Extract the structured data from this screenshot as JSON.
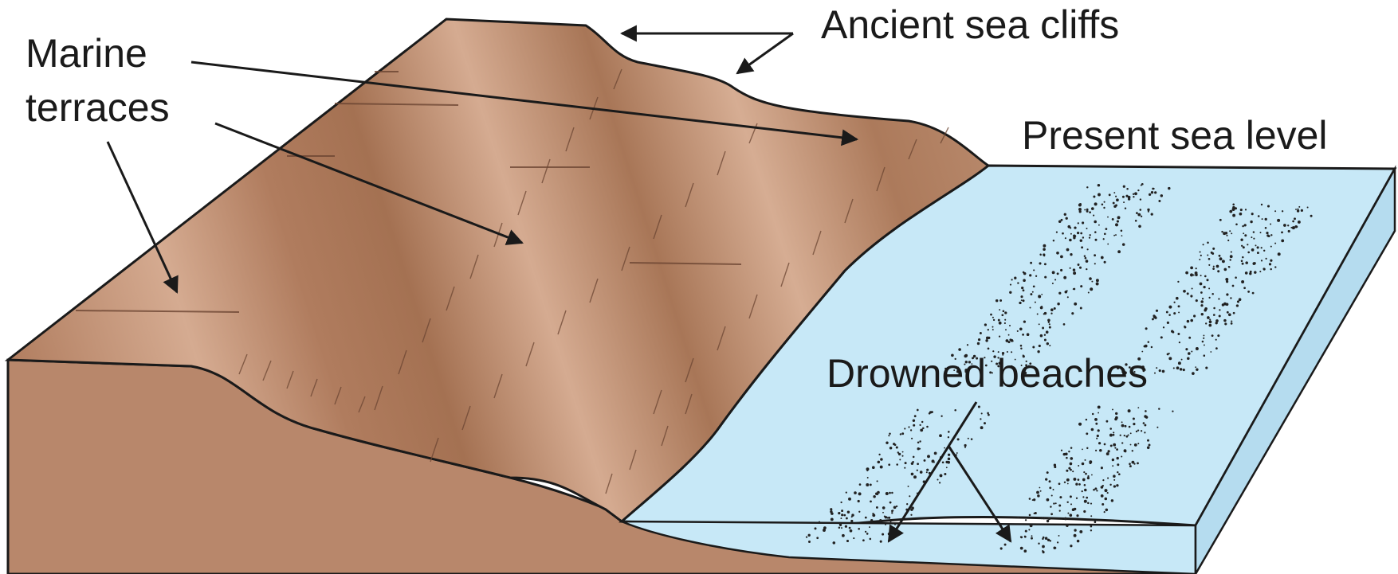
{
  "labels": {
    "marine_terraces_line1": "Marine",
    "marine_terraces_line2": "terraces",
    "ancient_sea_cliffs": "Ancient sea cliffs",
    "present_sea_level": "Present sea level",
    "drowned_beaches": "Drowned beaches"
  },
  "colors": {
    "land_side": "#b8876b",
    "terrace_light": "#d6ad93",
    "terrace_dark": "#a87657",
    "water": "#c7e8f7",
    "outline": "#1a1a1a",
    "sand_dots": "#222222"
  }
}
